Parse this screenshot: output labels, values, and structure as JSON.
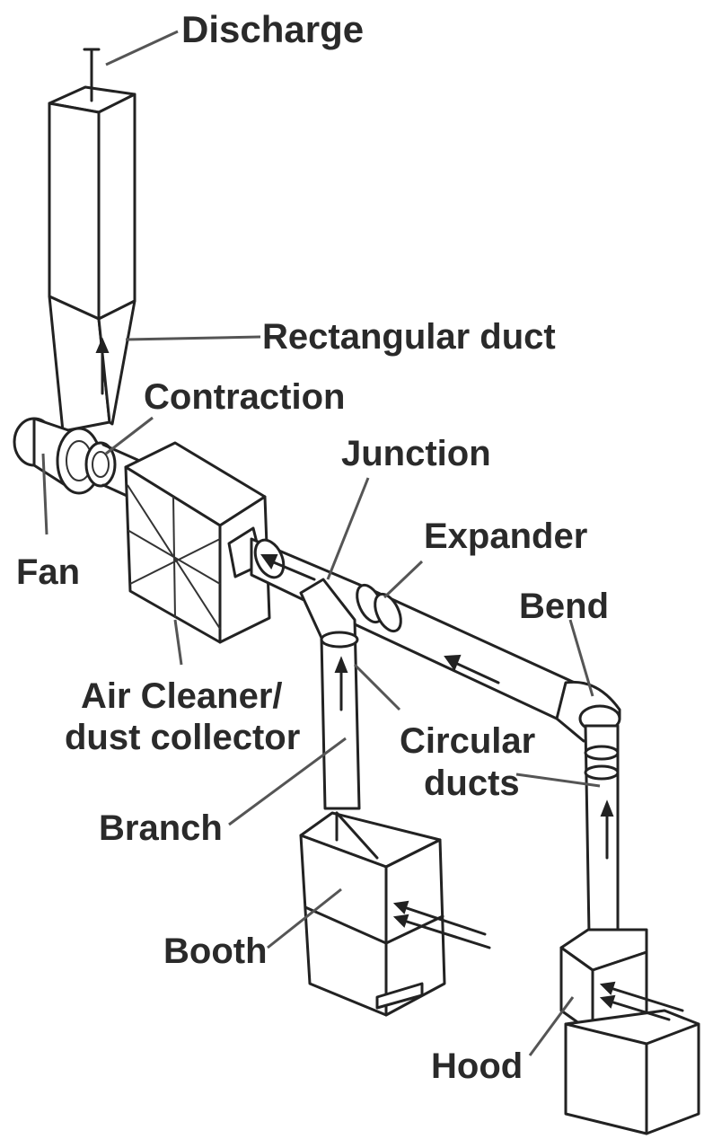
{
  "labels": {
    "discharge": "Discharge",
    "rectangular_duct": "Rectangular duct",
    "contraction": "Contraction",
    "junction": "Junction",
    "expander": "Expander",
    "fan": "Fan",
    "bend": "Bend",
    "air_cleaner_line1": "Air Cleaner/",
    "air_cleaner_line2": "dust collector",
    "circular_ducts_line1": "Circular",
    "circular_ducts_line2": "ducts",
    "branch": "Branch",
    "booth": "Booth",
    "hood": "Hood"
  }
}
